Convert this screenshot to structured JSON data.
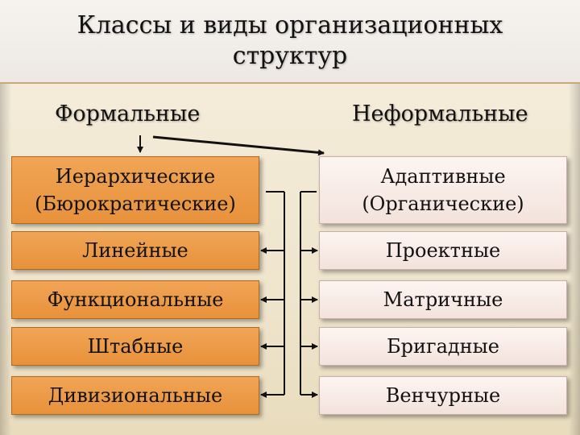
{
  "title": {
    "line1": "Классы и виды организационных",
    "line2": "структур"
  },
  "columns": {
    "formal": "Формальные",
    "informal": "Неформальные"
  },
  "formal_types": [
    {
      "line1": "Иерархические",
      "line2": "(Бюрократические)"
    },
    {
      "line1": "Линейные"
    },
    {
      "line1": "Функциональные"
    },
    {
      "line1": "Штабные"
    },
    {
      "line1": "Дивизиональные"
    }
  ],
  "informal_types": [
    {
      "line1": "Адаптивные",
      "line2": "(Органические)"
    },
    {
      "line1": "Проектные"
    },
    {
      "line1": "Матричные"
    },
    {
      "line1": "Бригадные"
    },
    {
      "line1": "Венчурные"
    }
  ],
  "colors": {
    "formal_box": "#e8913a",
    "informal_box": "#f3e2dc",
    "connector": "#111111"
  }
}
